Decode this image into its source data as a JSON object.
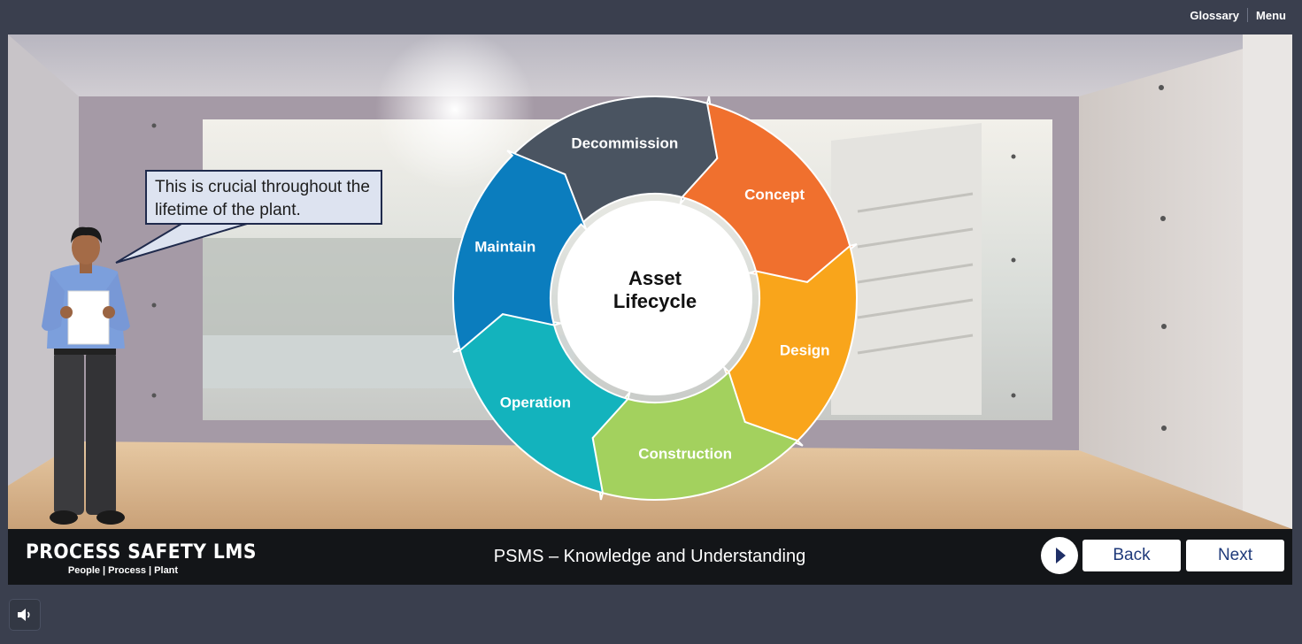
{
  "header": {
    "glossary_label": "Glossary",
    "menu_label": "Menu"
  },
  "slide": {
    "speech_bubble": "This is crucial throughout the lifetime of the plant.",
    "diagram": {
      "center_label_line1": "Asset",
      "center_label_line2": "Lifecycle",
      "stages": [
        {
          "label": "Decommission",
          "color": "#4a5461"
        },
        {
          "label": "Concept",
          "color": "#f0702e"
        },
        {
          "label": "Design",
          "color": "#f9a51b"
        },
        {
          "label": "Construction",
          "color": "#a3d15e"
        },
        {
          "label": "Operation",
          "color": "#13b3bd"
        },
        {
          "label": "Maintain",
          "color": "#0b7dbe"
        }
      ]
    }
  },
  "footer": {
    "brand_title": "PROCESS SAFETY LMS",
    "brand_subtitle": "People | Process | Plant",
    "course_title": "PSMS – Knowledge and Understanding",
    "back_label": "Back",
    "next_label": "Next"
  },
  "icons": {
    "play": "play-icon",
    "audio": "speaker-icon"
  }
}
